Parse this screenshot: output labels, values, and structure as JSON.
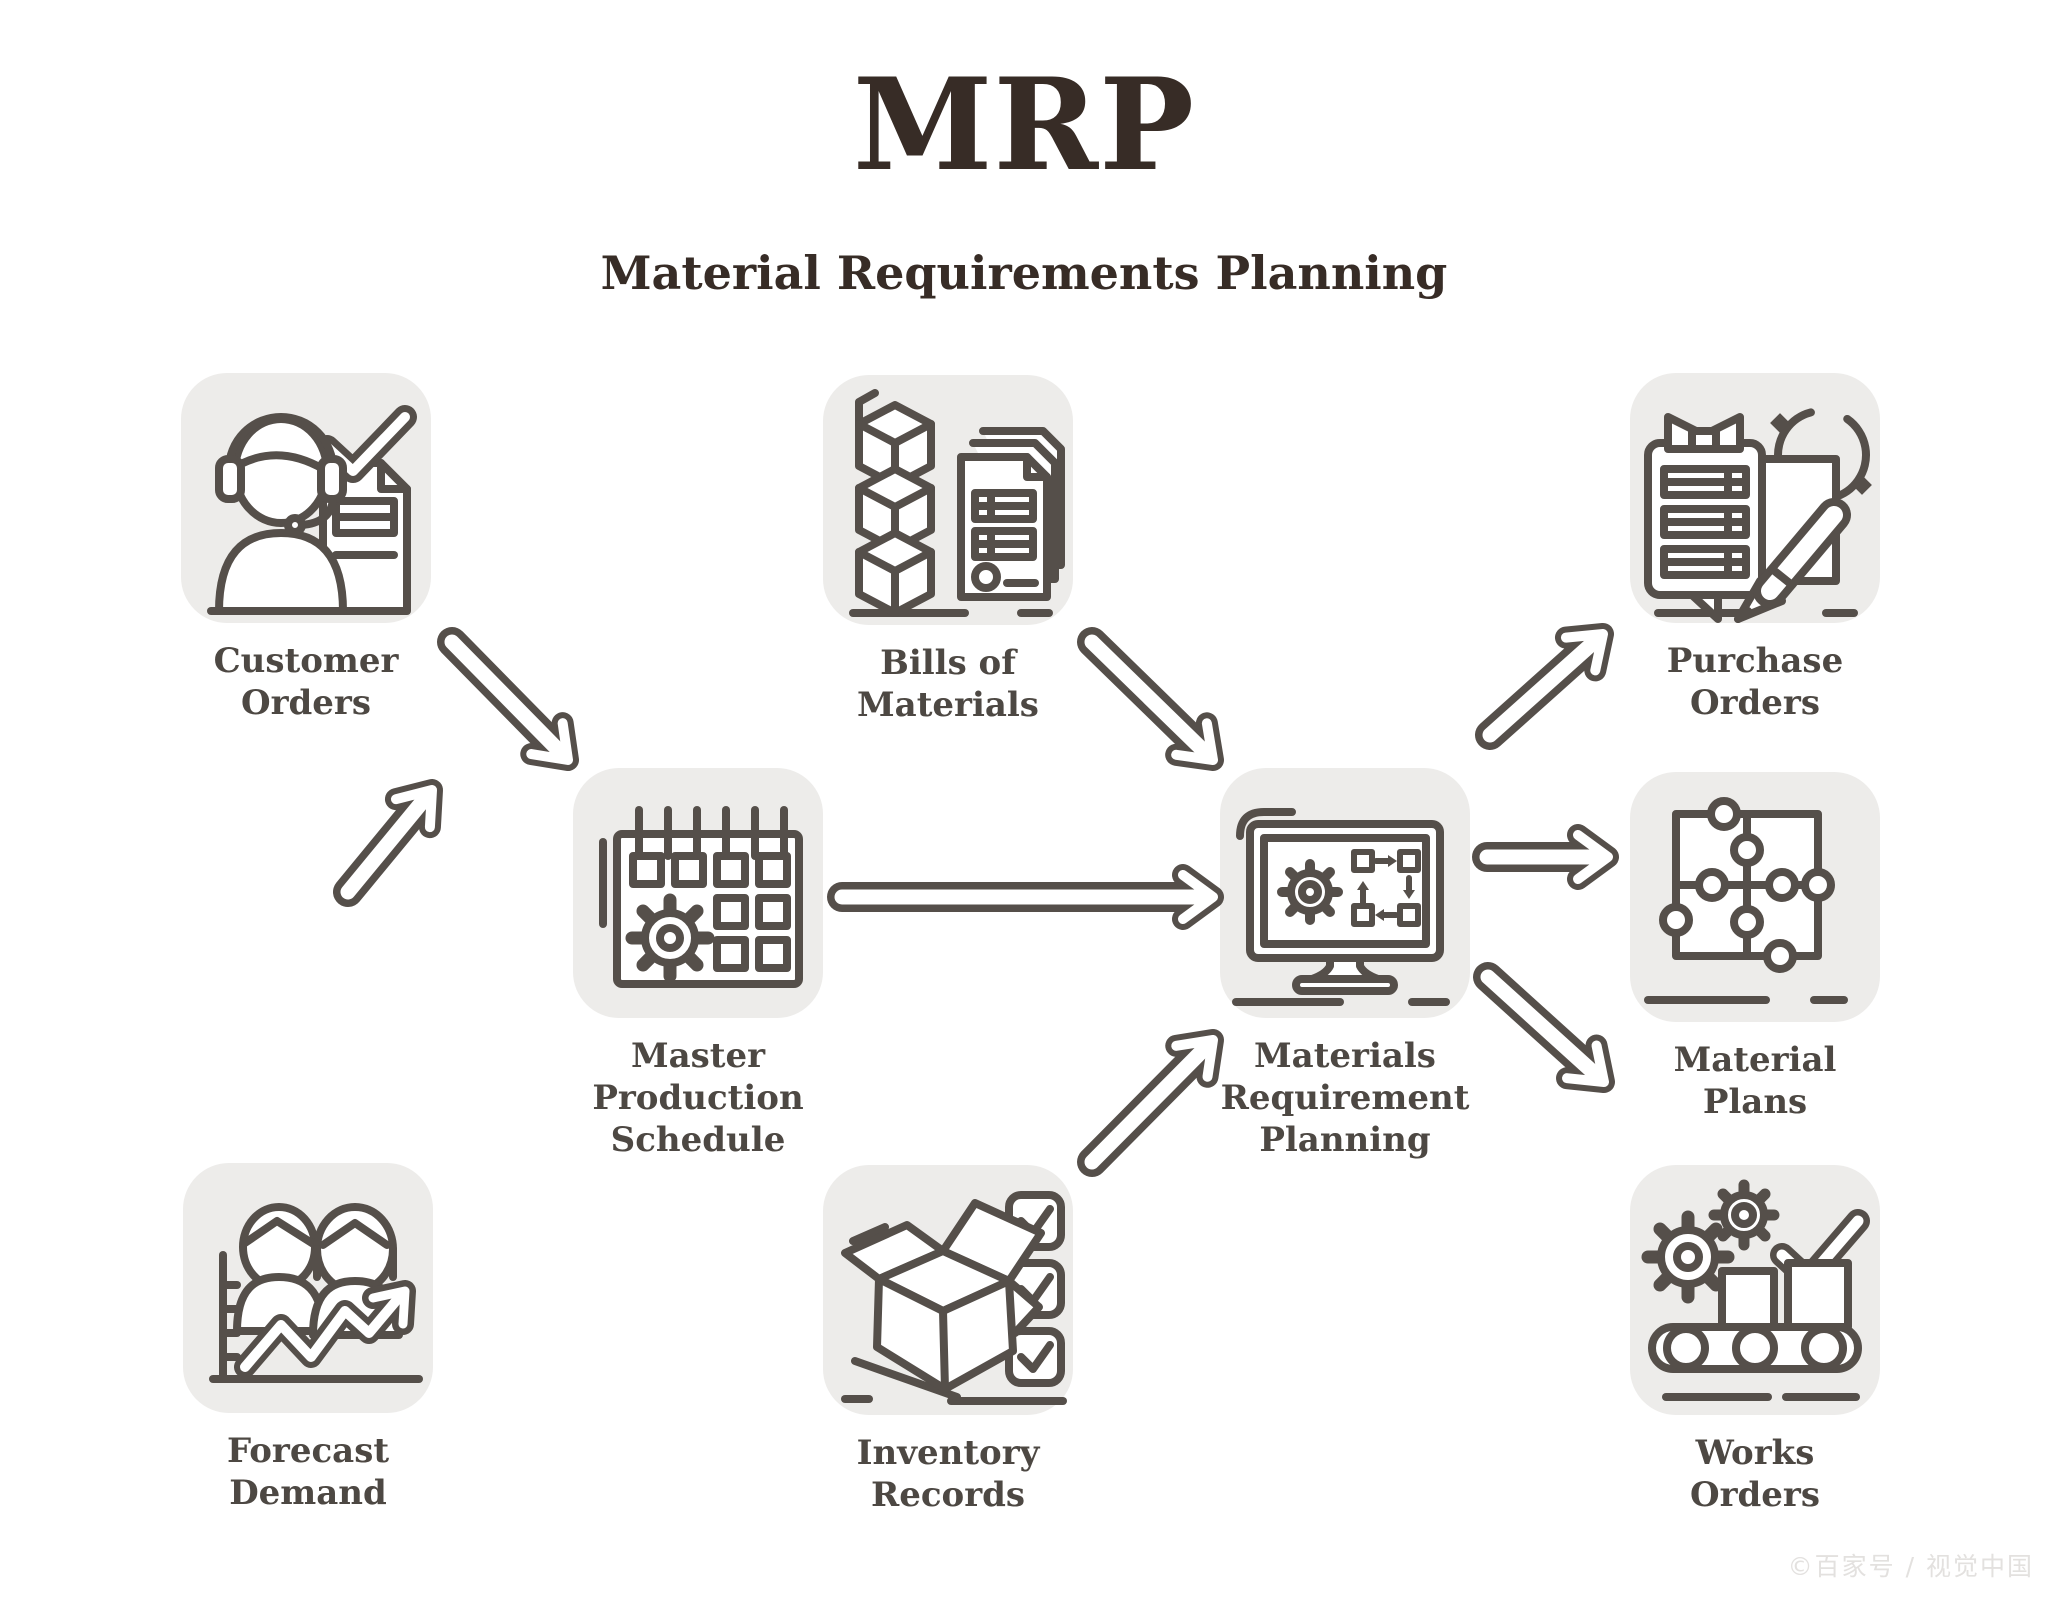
{
  "title": "MRP",
  "subtitle": "Material Requirements Planning",
  "watermark": "©百家号 / 视觉中国",
  "colors": {
    "outline_stroke": "#554F4A",
    "box_background": "#EDECEA",
    "title_color": "#372C26",
    "label_color": "#4D4843"
  },
  "nodes": {
    "customer_orders": {
      "label": "Customer\nOrders",
      "icon": "customer-orders-icon"
    },
    "bills_of_materials": {
      "label": "Bills of\nMaterials",
      "icon": "bills-of-materials-icon"
    },
    "purchase_orders": {
      "label": "Purchase\nOrders",
      "icon": "purchase-orders-icon"
    },
    "master_production_schedule": {
      "label": "Master\nProduction\nSchedule",
      "icon": "master-production-schedule-icon"
    },
    "materials_requirement_planning": {
      "label": "Materials\nRequirement\nPlanning",
      "icon": "mrp-computer-icon"
    },
    "material_plans": {
      "label": "Material\nPlans",
      "icon": "material-plans-icon"
    },
    "forecast_demand": {
      "label": "Forecast\nDemand",
      "icon": "forecast-demand-icon"
    },
    "inventory_records": {
      "label": "Inventory\nRecords",
      "icon": "inventory-records-icon"
    },
    "works_orders": {
      "label": "Works\nOrders",
      "icon": "works-orders-icon"
    }
  },
  "connections": [
    {
      "from": "customer_orders",
      "to": "master_production_schedule"
    },
    {
      "from": "forecast_demand",
      "to": "master_production_schedule"
    },
    {
      "from": "bills_of_materials",
      "to": "materials_requirement_planning"
    },
    {
      "from": "inventory_records",
      "to": "materials_requirement_planning"
    },
    {
      "from": "master_production_schedule",
      "to": "materials_requirement_planning"
    },
    {
      "from": "materials_requirement_planning",
      "to": "purchase_orders"
    },
    {
      "from": "materials_requirement_planning",
      "to": "material_plans"
    },
    {
      "from": "materials_requirement_planning",
      "to": "works_orders"
    }
  ]
}
